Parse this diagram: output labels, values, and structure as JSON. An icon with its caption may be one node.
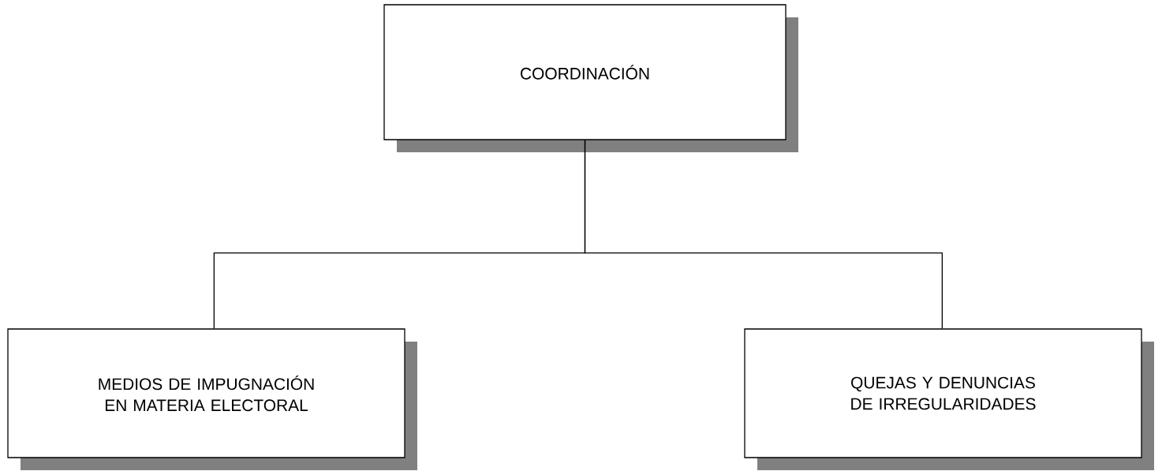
{
  "diagram": {
    "nodes": [
      {
        "text": [
          "COORDINACIÓN"
        ]
      },
      {
        "text": [
          "MEDIOS DE IMPUGNACIÓN EN MATERIA ELECTORAL"
        ]
      },
      {
        "text": [
          "QUEJAS Y DENUNCIAS DE IRREGULARIDADES"
        ]
      }
    ],
    "edges": [
      {
        "from": 0,
        "to": 1,
        "arrow": "none"
      },
      {
        "from": 0,
        "to": 2,
        "arrow": "none"
      }
    ]
  }
}
